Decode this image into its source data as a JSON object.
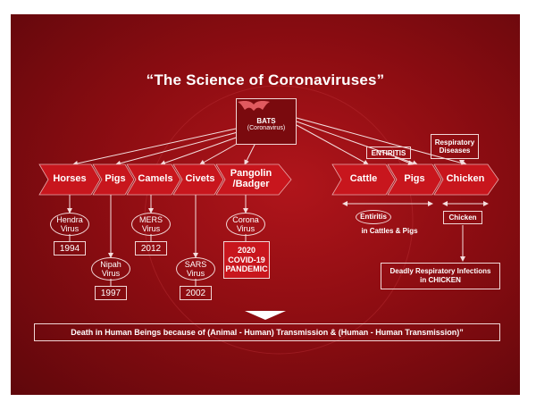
{
  "title": "“The Science of Coronaviruses”",
  "source": {
    "name": "BATS",
    "sub": "(Coronavirus)"
  },
  "hosts_left": [
    "Horses",
    "Pigs",
    "Camels",
    "Civets",
    "Pangolin /Badger"
  ],
  "hosts_right": [
    "Cattle",
    "Pigs",
    "Chicken"
  ],
  "viruses": [
    {
      "name": "Hendra Virus",
      "year": "1994"
    },
    {
      "name": "Nipah Virus",
      "year": "1997"
    },
    {
      "name": "MERS Virus",
      "year": "2012"
    },
    {
      "name": "SARS Virus",
      "year": "2002"
    },
    {
      "name": "Corona Virus",
      "year": "2020 COVID-19 PANDEMIC"
    }
  ],
  "entiritis": "ENTIRITIS",
  "respiratory": "Respiratory Diseases",
  "entiritis_oval": "Entiritis",
  "entiritis_caption": "in Cattles & Pigs",
  "chicken_box": "Chicken",
  "deadly": "Deadly Respiratory Infections in CHICKEN",
  "footer": "Death in Human Beings because of (Animal - Human) Transmission & (Human - Human Transmission)”",
  "colors": {
    "bg": "#8e0d12",
    "arrow": "#c8161d",
    "box_dark": "#7a0a0e"
  }
}
